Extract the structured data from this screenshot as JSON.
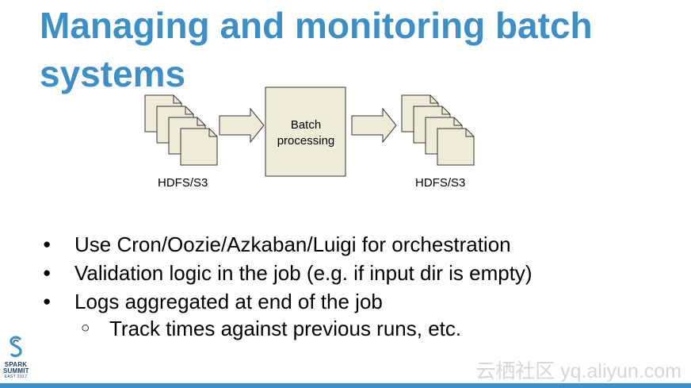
{
  "slide": {
    "title": "Managing and monitoring batch systems",
    "diagram": {
      "input_label": "HDFS/S3",
      "process_label_line1": "Batch",
      "process_label_line2": "processing",
      "output_label": "HDFS/S3"
    },
    "bullets": [
      "Use Cron/Oozie/Azkaban/Luigi for orchestration",
      "Validation logic in the job (e.g. if input dir is empty)",
      "Logs aggregated at end of the job"
    ],
    "sub_bullets": [
      "Track times against previous runs, etc."
    ],
    "logo": {
      "line1": "SPARK",
      "line2": "SUMMIT",
      "line3": "EAST 2017"
    },
    "watermark": "云栖社区 yq.aliyun.com",
    "colors": {
      "accent": "#3d8fc7",
      "box_fill": "#efebd9"
    }
  }
}
